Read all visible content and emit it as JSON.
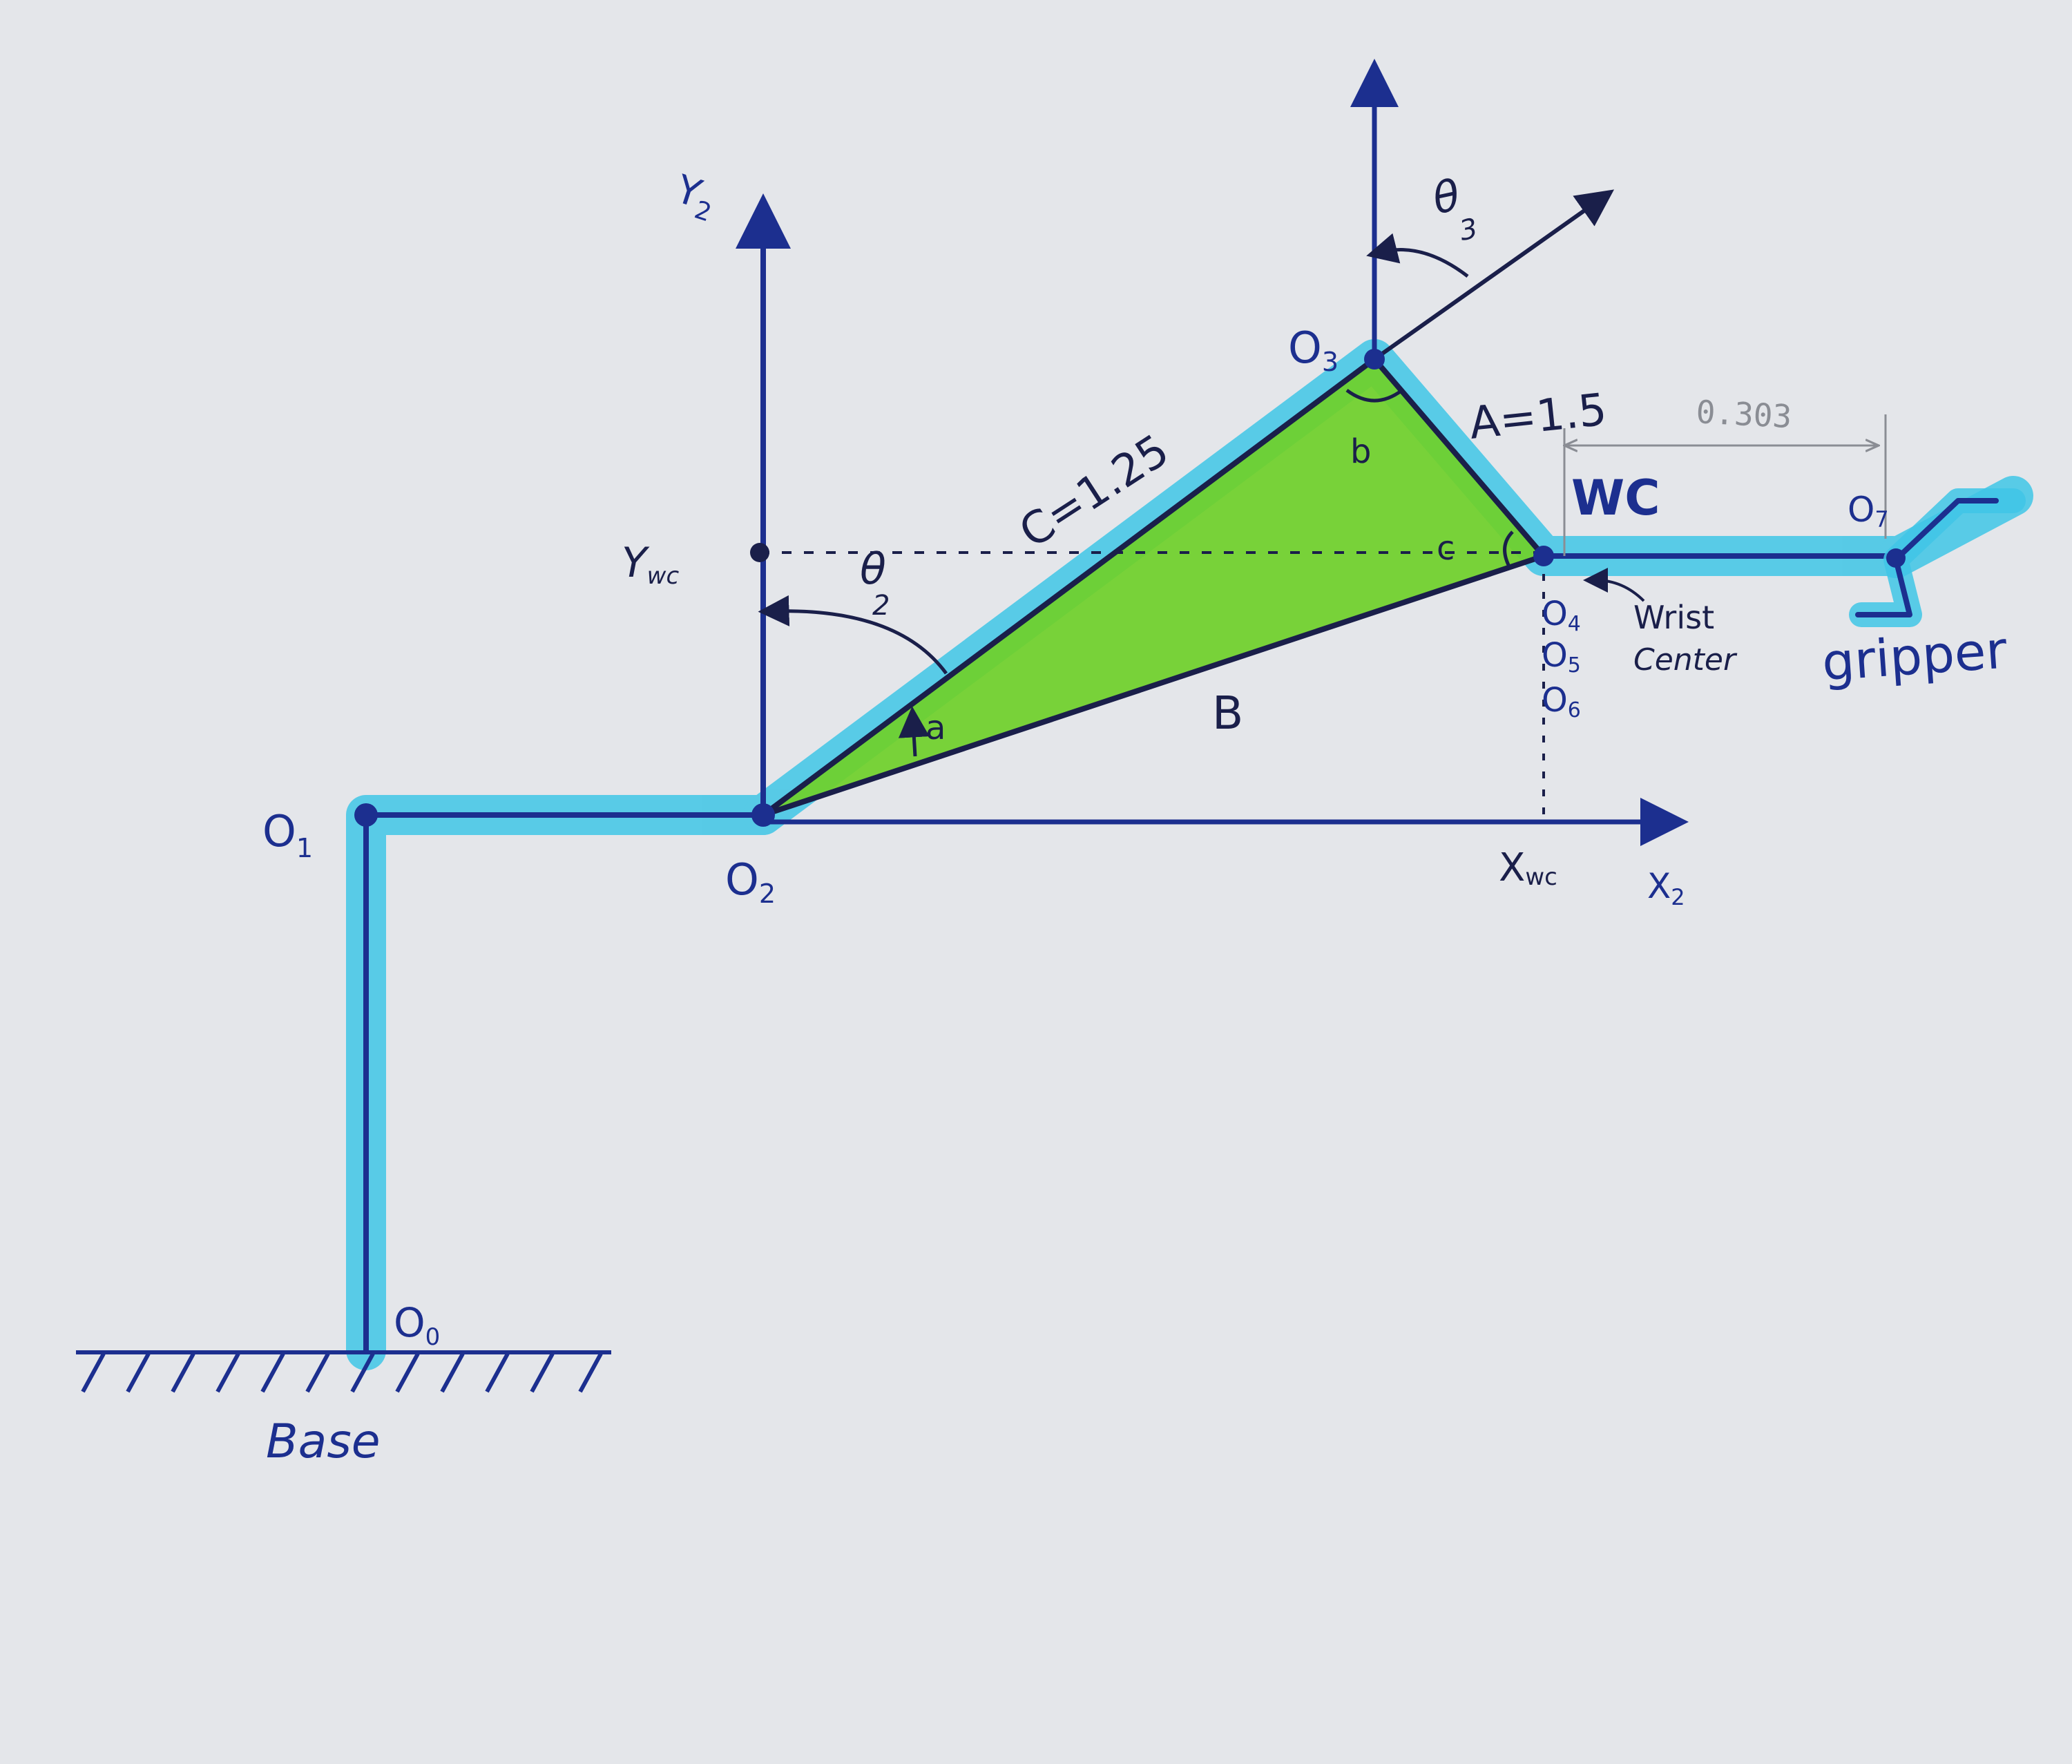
{
  "colors": {
    "paper": "#e4e6ea",
    "ink_blue": "#1c2f8f",
    "ink_black": "#1a1f4a",
    "highlight_cyan": "#3fc6e6",
    "triangle_green": "#6fd12a",
    "dimension_grey": "#8a8d94"
  },
  "labels": {
    "y2": "Y",
    "y2_sub": "2",
    "x2": "X",
    "x2_sub": "2",
    "o0": "O",
    "o0_sub": "0",
    "o1": "O",
    "o1_sub": "1",
    "o2": "O",
    "o2_sub": "2",
    "o3": "O",
    "o3_sub": "3",
    "o4": "O",
    "o4_sub": "4",
    "o5": "O",
    "o5_sub": "5",
    "o6": "O",
    "o6_sub": "6",
    "o7": "O",
    "o7_sub": "7",
    "ywc": "Y",
    "ywc_sub": "wc",
    "xwc": "X",
    "xwc_sub": "wc",
    "theta2": "θ",
    "theta2_sub": "2",
    "theta3": "θ",
    "theta3_sub": "3",
    "side_c": "C=1.25",
    "side_a": "A=1.5",
    "side_b": "B",
    "angle_a": "a",
    "angle_b": "b",
    "angle_c": "c",
    "dimension": "0.303",
    "wc": "WC",
    "wrist": "Wrist",
    "center": "Center",
    "gripper": "gripper",
    "base": "Base"
  }
}
